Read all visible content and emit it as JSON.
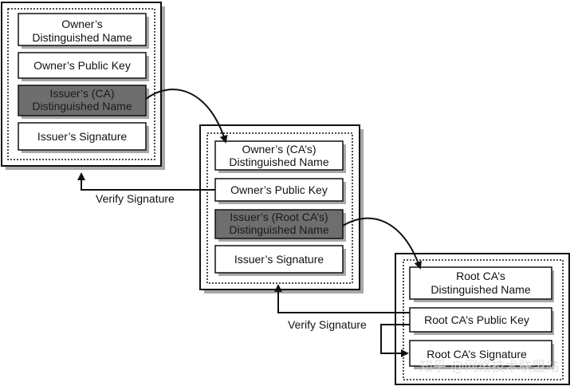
{
  "certificates": [
    {
      "name": "end-entity-certificate",
      "fields": [
        {
          "name": "owner-dn",
          "lines": [
            "Owner’s",
            "Distinguished Name"
          ],
          "highlight": false
        },
        {
          "name": "owner-public-key",
          "lines": [
            "Owner’s Public Key"
          ],
          "highlight": false
        },
        {
          "name": "issuer-dn",
          "lines": [
            "Issuer’s (CA)",
            "Distinguished Name"
          ],
          "highlight": true
        },
        {
          "name": "issuer-signature",
          "lines": [
            "Issuer’s Signature"
          ],
          "highlight": false
        }
      ]
    },
    {
      "name": "ca-certificate",
      "fields": [
        {
          "name": "owner-dn",
          "lines": [
            "Owner’s (CA’s)",
            "Distinguished Name"
          ],
          "highlight": false
        },
        {
          "name": "owner-public-key",
          "lines": [
            "Owner’s Public Key"
          ],
          "highlight": false
        },
        {
          "name": "issuer-dn",
          "lines": [
            "Issuer’s (Root CA’s)",
            "Distinguished Name"
          ],
          "highlight": true
        },
        {
          "name": "issuer-signature",
          "lines": [
            "Issuer’s Signature"
          ],
          "highlight": false
        }
      ]
    },
    {
      "name": "root-ca-certificate",
      "fields": [
        {
          "name": "owner-dn",
          "lines": [
            "Root CA’s",
            "Distinguished Name"
          ],
          "highlight": false
        },
        {
          "name": "owner-public-key",
          "lines": [
            "Root CA’s Public Key"
          ],
          "highlight": false
        },
        {
          "name": "issuer-signature",
          "lines": [
            "Root CA’s Signature"
          ],
          "highlight": false
        }
      ]
    }
  ],
  "labels": {
    "verify_1": "Verify Signature",
    "verify_2": "Verify Signature"
  },
  "watermark": "知乎 @网络技术联盟站",
  "colors": {
    "highlight_fill": "#6e6e6e",
    "box_stroke": "#111111",
    "shadow": "#9a9a9a"
  }
}
